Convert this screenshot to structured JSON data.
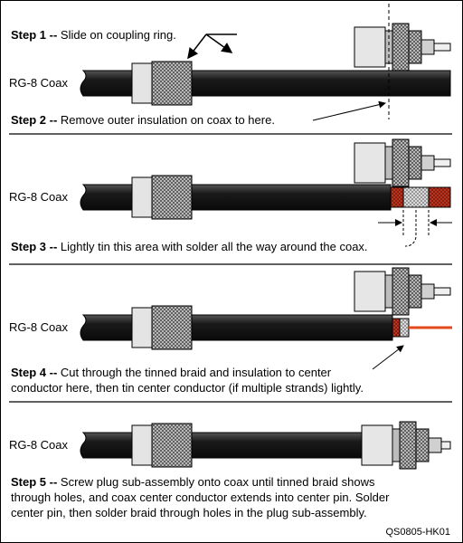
{
  "coax_label": "RG-8 Coax",
  "steps": [
    {
      "number": "Step 1",
      "sep": " -- ",
      "text": "Slide on coupling ring."
    },
    {
      "number": "Step 2",
      "sep": " -- ",
      "text": "Remove outer insulation on coax to here."
    },
    {
      "number": "Step 3",
      "sep": " -- ",
      "text": "Lightly tin this area with solder all the way around the coax."
    },
    {
      "number": "Step 4",
      "sep": " -- ",
      "text_line1": "Cut through the tinned braid and insulation to center",
      "text_line2": "conductor here, then tin center conductor (if multiple strands) lightly."
    },
    {
      "number": "Step 5",
      "sep": " -- ",
      "text_line1": "Screw plug sub-assembly onto coax until tinned braid shows",
      "text_line2": "through holes, and coax center conductor extends into center pin.  Solder",
      "text_line3": "center pin, then solder braid through holes in the plug sub-assembly."
    }
  ],
  "figure_code": "QS0805-HK01",
  "colors": {
    "cable": "#1a1a1a",
    "braid": "#c8351f",
    "conductor": "#e24a1c",
    "ring": "#d8d8d8"
  }
}
